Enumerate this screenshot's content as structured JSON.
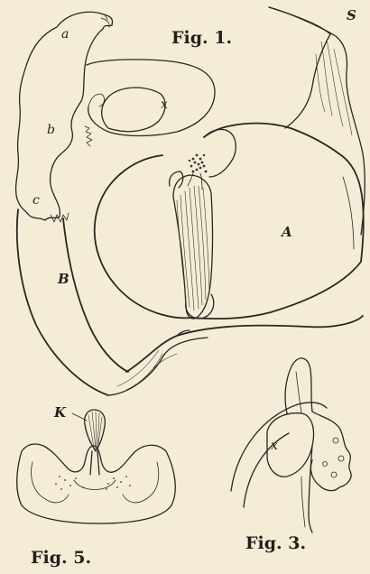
{
  "figures": {
    "fig1": {
      "title": "Fig. 1."
    },
    "fig3": {
      "title": "Fig. 3."
    },
    "fig5": {
      "title": "Fig. 5."
    }
  },
  "labels": {
    "a": "a",
    "b": "b",
    "c": "c",
    "x_fig1": "x",
    "S": "S",
    "A": "A",
    "B": "B",
    "K": "K",
    "x_fig3": "x"
  },
  "colors": {
    "paper": "#f4ecd6",
    "ink": "#2a2622"
  }
}
